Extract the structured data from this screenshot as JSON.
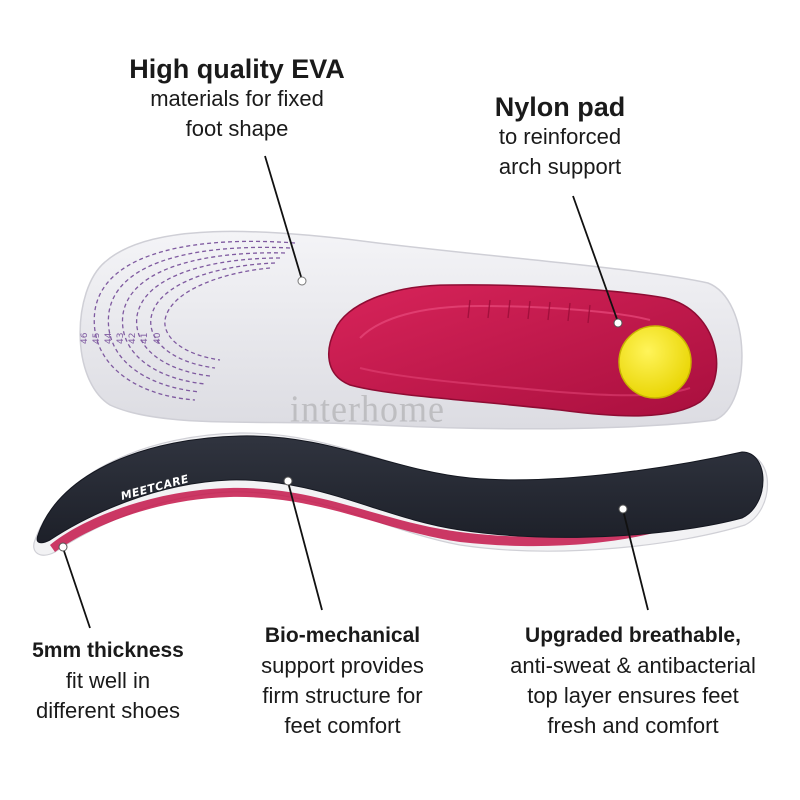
{
  "callouts": {
    "eva": {
      "title": "High quality EVA",
      "lines": [
        "materials for fixed",
        "foot shape"
      ]
    },
    "nylon": {
      "title": "Nylon pad",
      "lines": [
        "to reinforced",
        "arch support"
      ]
    },
    "thickness": {
      "title": "5mm thickness",
      "lines": [
        "fit well in",
        "different shoes"
      ]
    },
    "bio": {
      "title": "Bio-mechanical",
      "lines": [
        "support provides",
        "firm structure for",
        "feet comfort"
      ]
    },
    "breathable": {
      "title": "Upgraded breathable,",
      "lines": [
        "anti-sweat & antibacterial",
        "top layer ensures feet",
        "fresh and comfort"
      ]
    }
  },
  "brand": "MEETCARE",
  "watermark": "interhome",
  "sizes": [
    "46",
    "45",
    "44",
    "43",
    "42",
    "41",
    "40"
  ],
  "colors": {
    "sole_white": "#ececef",
    "pad_red": "#c4164a",
    "pad_dark": "#a50f3c",
    "ball_yellow": "#f5e600",
    "top_fabric": "#262a35",
    "size_lines": "#7f5aa0"
  }
}
